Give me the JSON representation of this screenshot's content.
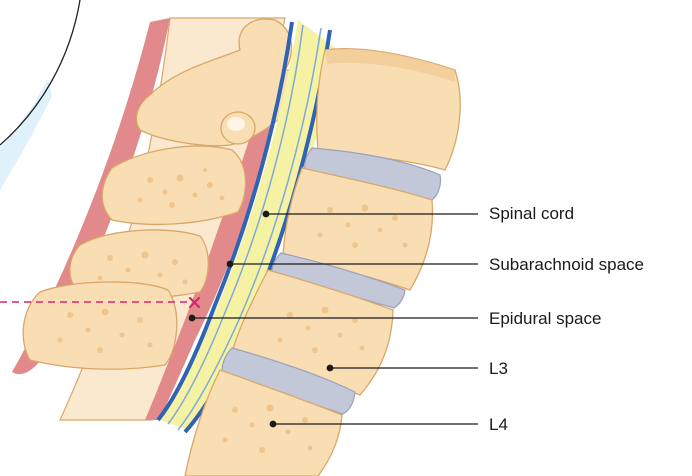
{
  "labels": {
    "spinal_cord": "Spinal cord",
    "subarachnoid_space": "Subarachnoid space",
    "epidural_space": "Epidural space",
    "l3": "L3",
    "l4": "L4"
  },
  "colors": {
    "bone": "#f9deb4",
    "bone_outline": "#d9a76a",
    "bone_speckle": "#efc58c",
    "disc": "#c3c8d9",
    "ligament": "#e2898b",
    "spinal_cord": "#f6f2a4",
    "dura_line": "#2f63b3",
    "needle_path": "#e0206f",
    "skin_highlight": "#dff2fb"
  },
  "icons": {
    "insertion_marker": "cross-mark-icon"
  }
}
